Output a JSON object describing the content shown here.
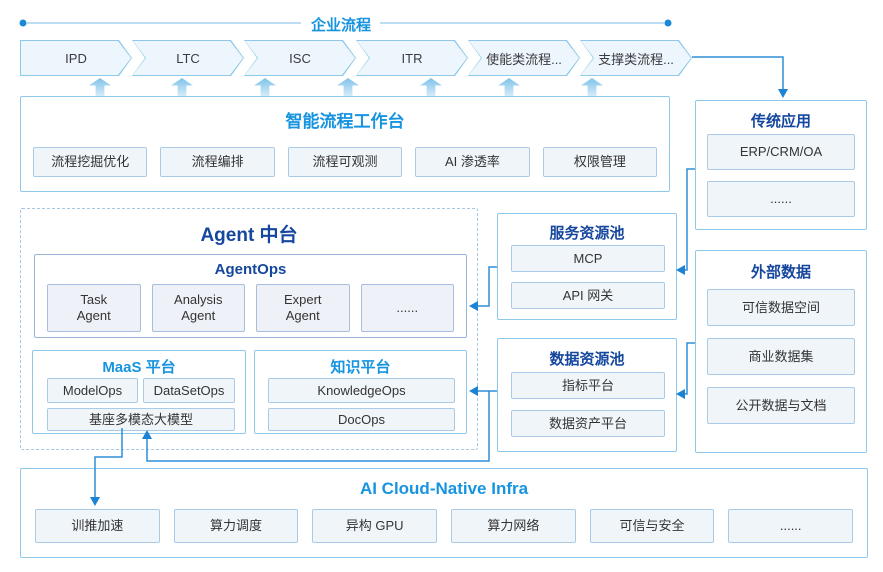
{
  "header": {
    "label": "企业流程"
  },
  "process_chain": {
    "c0": "IPD",
    "c1": "LTC",
    "c2": "ISC",
    "c3": "ITR",
    "c4": "使能类流程...",
    "c5": "支撑类流程..."
  },
  "workbench": {
    "title": "智能流程工作台",
    "items": [
      "流程挖掘优化",
      "流程编排",
      "流程可观测",
      "AI 渗透率",
      "权限管理"
    ]
  },
  "legacy_apps": {
    "title": "传统应用",
    "items": [
      "ERP/CRM/OA",
      "......"
    ]
  },
  "agent_platform": {
    "title": "Agent 中台",
    "agentops": {
      "title": "AgentOps",
      "items": [
        "Task Agent",
        "Analysis Agent",
        "Expert Agent",
        "......"
      ]
    },
    "maas": {
      "title": "MaaS 平台",
      "items": [
        "ModelOps",
        "DataSetOps"
      ],
      "base_model": "基座多模态大模型"
    },
    "knowledge": {
      "title": "知识平台",
      "items": [
        "KnowledgeOps",
        "DocOps"
      ]
    }
  },
  "service_pool": {
    "title": "服务资源池",
    "items": [
      "MCP",
      "API 网关"
    ]
  },
  "data_pool": {
    "title": "数据资源池",
    "items": [
      "指标平台",
      "数据资产平台"
    ]
  },
  "external_data": {
    "title": "外部数据",
    "items": [
      "可信数据空间",
      "商业数据集",
      "公开数据与文档"
    ]
  },
  "infra": {
    "title": "AI Cloud-Native Infra",
    "items": [
      "训推加速",
      "算力调度",
      "异构 GPU",
      "算力网络",
      "可信与安全",
      "......"
    ]
  },
  "colors": {
    "accent_blue": "#1794e0",
    "navy_blue": "#16479e",
    "connector_blue": "#2e8fd8",
    "box_fill": "#f0f5fa",
    "box_border": "#a9cbe8",
    "panel_border": "#8ec9ea"
  }
}
